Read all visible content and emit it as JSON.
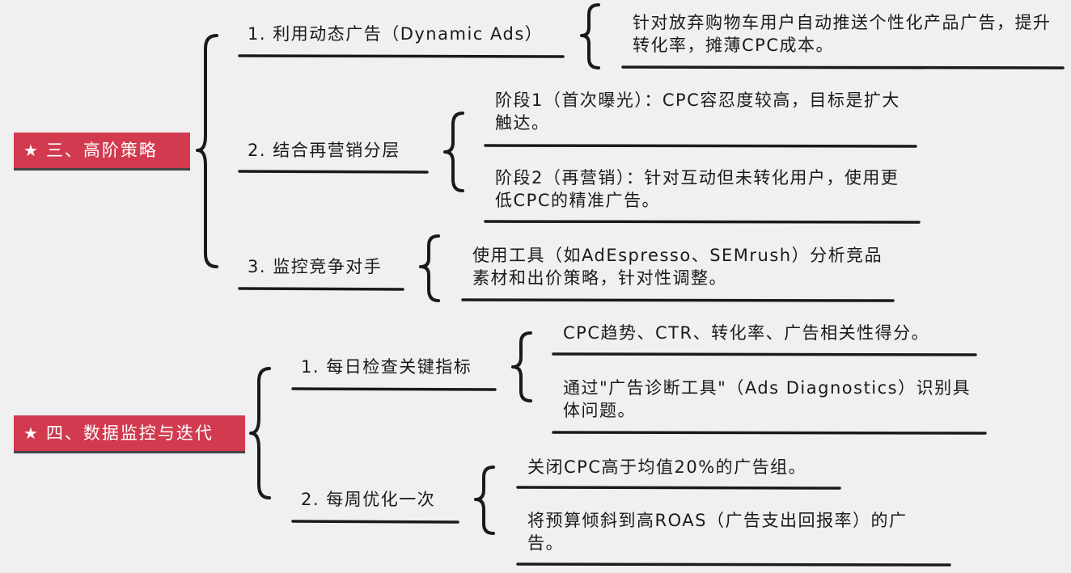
{
  "section3": {
    "title": "三、高阶策略",
    "star": "★",
    "items": [
      {
        "label": "1. 利用动态广告（Dynamic Ads）",
        "details": [
          "针对放弃购物车用户自动推送个性化产品广告，提升转化率，摊薄CPC成本。"
        ]
      },
      {
        "label": "2. 结合再营销分层",
        "details": [
          "阶段1（首次曝光）：CPC容忍度较高，目标是扩大触达。",
          "阶段2（再营销）：针对互动但未转化用户，使用更低CPC的精准广告。"
        ]
      },
      {
        "label": "3. 监控竞争对手",
        "details": [
          "使用工具（如AdEspresso、SEMrush）分析竞品素材和出价策略，针对性调整。"
        ]
      }
    ]
  },
  "section4": {
    "title": "四、数据监控与迭代",
    "star": "★",
    "items": [
      {
        "label": "1. 每日检查关键指标",
        "details": [
          "CPC趋势、CTR、转化率、广告相关性得分。",
          "通过\"广告诊断工具\"（Ads Diagnostics）识别具体问题。"
        ]
      },
      {
        "label": "2. 每周优化一次",
        "details": [
          "关闭CPC高于均值20%的广告组。",
          "将预算倾斜到高ROAS（广告支出回报率）的广告。"
        ]
      }
    ]
  },
  "colors": {
    "root_bg": "#d23a4f",
    "root_text": "#ffffff",
    "line": "#1a1a1a",
    "background": "#f0f0f0"
  }
}
